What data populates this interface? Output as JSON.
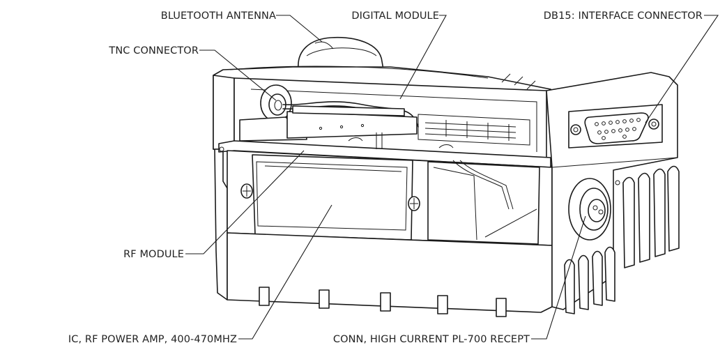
{
  "callouts": {
    "bluetooth_antenna": "BLUETOOTH ANTENNA",
    "digital_module": "DIGITAL MODULE",
    "db15_connector": "DB15: INTERFACE CONNECTOR",
    "tnc_connector": "TNC CONNECTOR",
    "rf_module": "RF MODULE",
    "rf_power_amp": "IC, RF POWER AMP, 400-470MHZ",
    "pl700_recept": "CONN, HIGH CURRENT PL-700 RECEPT"
  }
}
